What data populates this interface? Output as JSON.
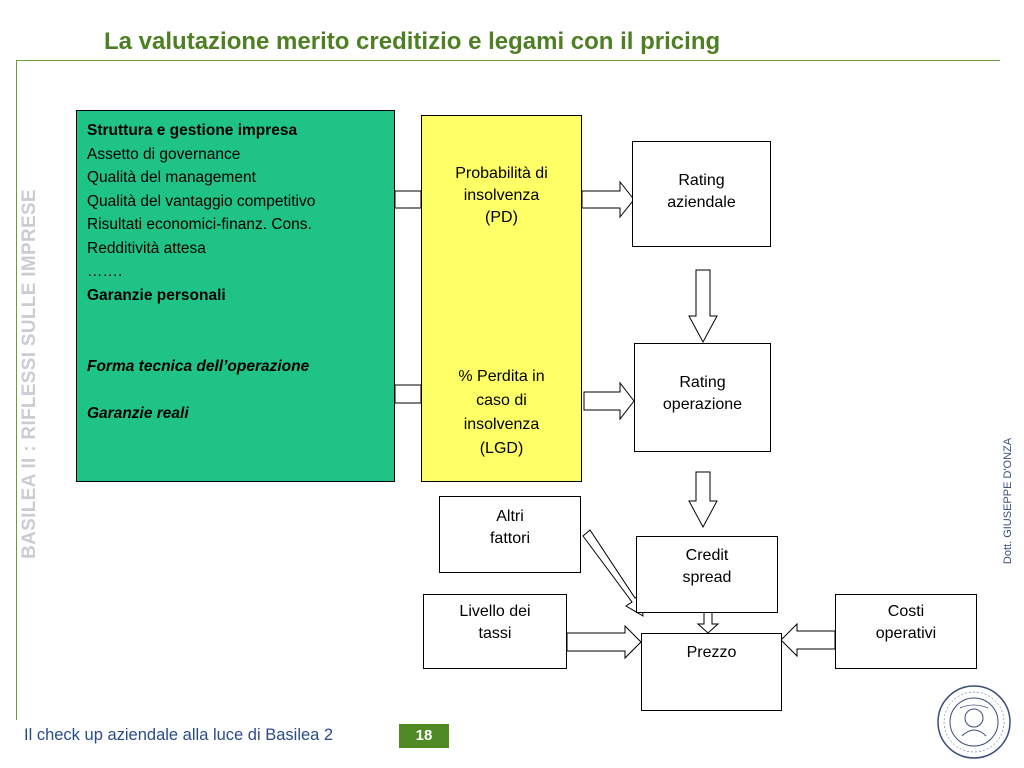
{
  "header": {
    "title": "La valutazione merito creditizio e legami con il pricing"
  },
  "sidebar": {
    "vertical_title": "BASILEA II : RIFLESSI SULLE IMPRESE",
    "author": "Dott. GIUSEPPE D'ONZA"
  },
  "diagram": {
    "factors": {
      "line1": "Struttura e gestione impresa",
      "line2": "Assetto di governance",
      "line3": "Qualità del management",
      "line4": "Qualità del vantaggio competitivo",
      "line5": "Risultati economici-finanz. Cons.",
      "line6": "Redditività attesa",
      "line7": "…….",
      "line8": "Garanzie personali",
      "line9": "Forma tecnica dell’operazione",
      "line10": "Garanzie reali"
    },
    "pd": {
      "l1": "Probabilità di",
      "l2": "insolvenza",
      "l3": "(PD)"
    },
    "lgd": {
      "l1": "% Perdita in",
      "l2": "caso di",
      "l3": "insolvenza",
      "l4": "(LGD)"
    },
    "rating_aziendale": {
      "l1": "Rating",
      "l2": "aziendale"
    },
    "rating_operazione": {
      "l1": "Rating",
      "l2": "operazione"
    },
    "altri_fattori": {
      "l1": "Altri",
      "l2": "fattori"
    },
    "credit_spread": {
      "l1": "Credit",
      "l2": "spread"
    },
    "livello_tassi": {
      "l1": "Livello dei",
      "l2": "tassi"
    },
    "costi_operativi": {
      "l1": "Costi",
      "l2": "operativi"
    },
    "prezzo": "Prezzo"
  },
  "footer": {
    "text": "Il check up aziendale alla luce di Basilea 2",
    "page_number": "18",
    "accent_color": "#4f8a25"
  }
}
